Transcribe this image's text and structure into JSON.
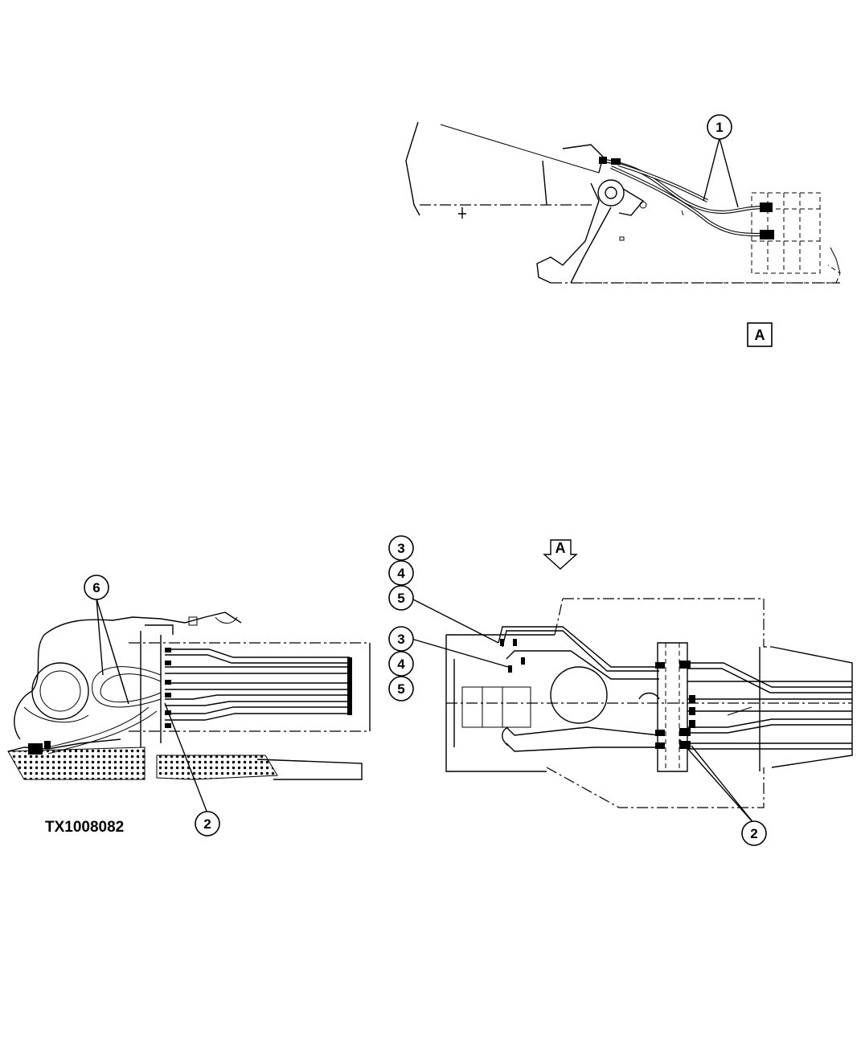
{
  "callouts": {
    "c1": "1",
    "c2a": "2",
    "c2b": "2",
    "c3a": "3",
    "c4a": "4",
    "c5a": "5",
    "c3b": "3",
    "c4b": "4",
    "c5b": "5",
    "c6": "6"
  },
  "view_label": "A",
  "view_arrow_label": "A",
  "figure_id": "TX1008082"
}
